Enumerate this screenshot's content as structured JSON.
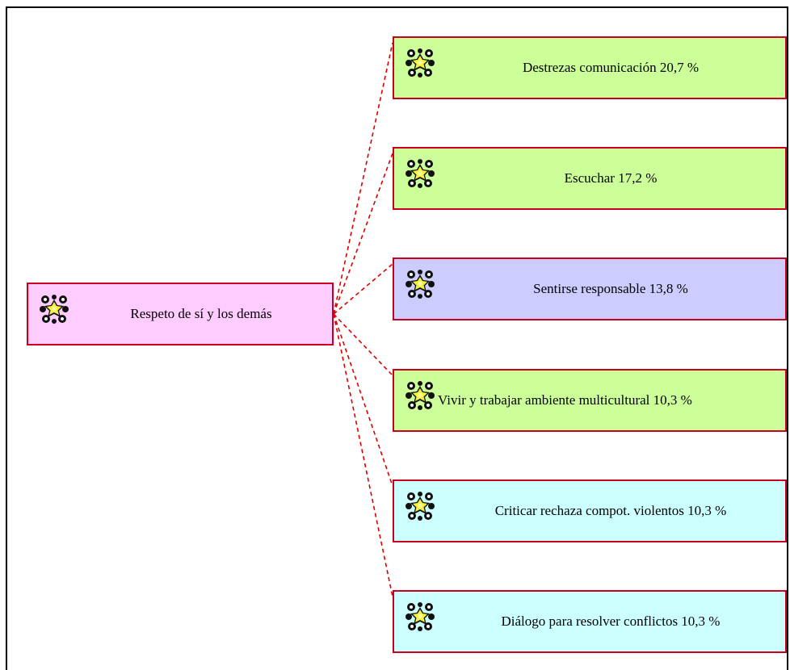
{
  "colors": {
    "root_fill": "#ffccff",
    "green_fill": "#ccff99",
    "lavender_fill": "#ccccff",
    "cyan_fill": "#ccffff",
    "border": "#c8001e",
    "connector": "#dd0000"
  },
  "root": {
    "label": "Respeto de sí y los demás",
    "icon": "star-flower-icon"
  },
  "children": [
    {
      "label": "Destrezas comunicación   20,7 %",
      "icon": "star-flower-icon",
      "fill": "green"
    },
    {
      "label": "Escuchar   17,2 %",
      "icon": "star-flower-icon",
      "fill": "green"
    },
    {
      "label": "Sentirse responsable   13,8 %",
      "icon": "star-flower-icon",
      "fill": "lavender"
    },
    {
      "label": "Vivir y trabajar ambiente multicultural   10,3 %",
      "icon": "star-flower-icon",
      "fill": "green"
    },
    {
      "label": "Criticar rechaza compot. violentos   10,3 %",
      "icon": "star-flower-icon",
      "fill": "cyan"
    },
    {
      "label": "Diálogo para resolver conflictos   10,3 %",
      "icon": "star-flower-icon",
      "fill": "cyan"
    }
  ]
}
